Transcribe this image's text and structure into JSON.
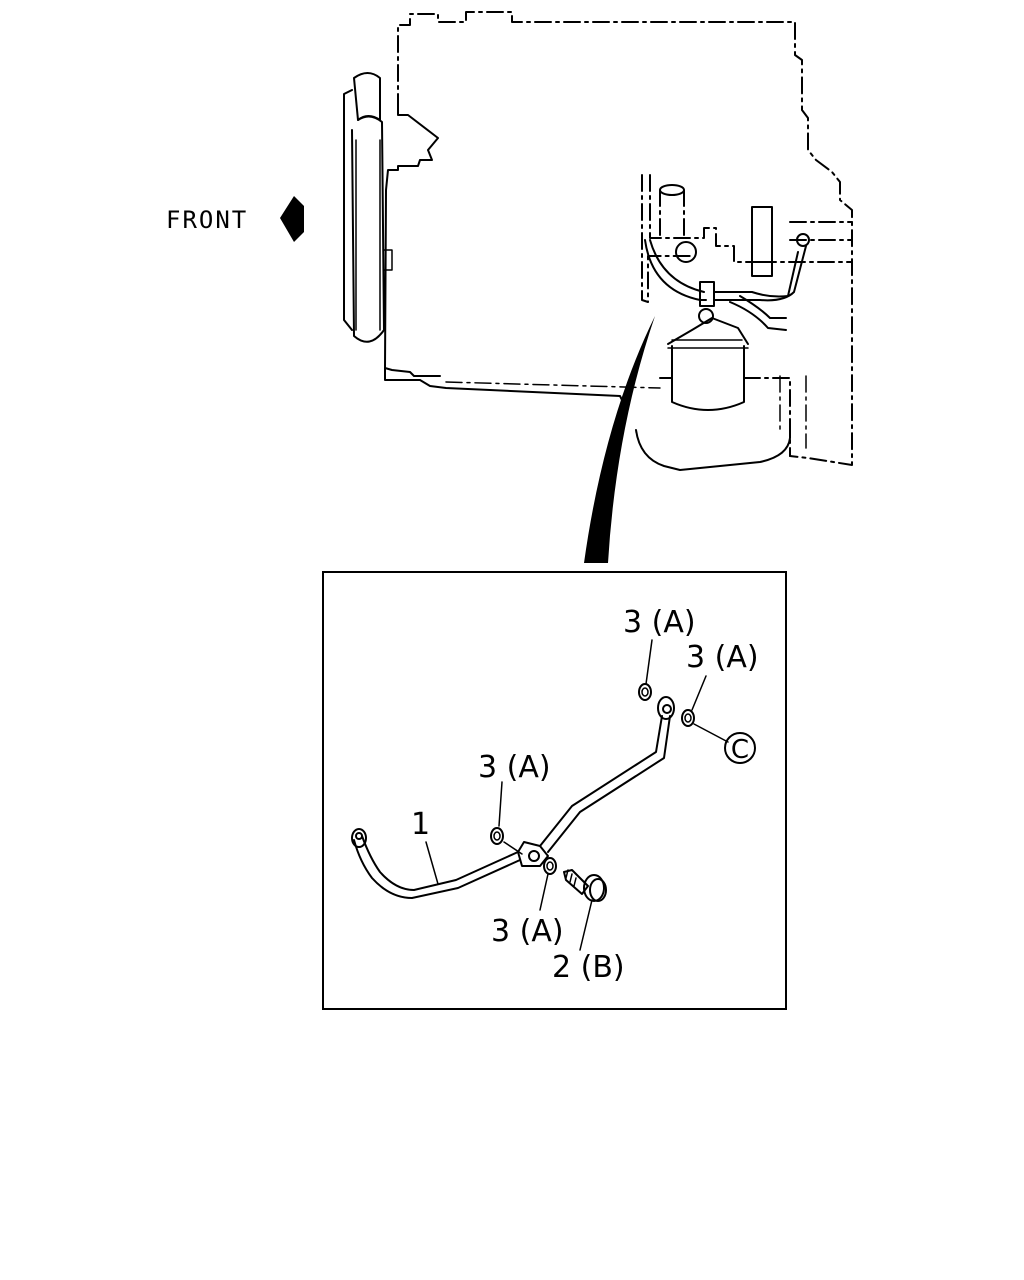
{
  "engine_view": {
    "direction_label": "FRONT",
    "icons": [
      "front-arrow-icon"
    ]
  },
  "detail_view": {
    "callouts": [
      {
        "id": "pipe",
        "text": "1"
      },
      {
        "id": "washer-top",
        "text": "3 (A)"
      },
      {
        "id": "washer-top-right",
        "text": "3 (A)"
      },
      {
        "id": "washer-middle",
        "text": "3 (A)"
      },
      {
        "id": "washer-bottom",
        "text": "3 (A)"
      },
      {
        "id": "bolt",
        "text": "2 (B)"
      }
    ],
    "connection_marker": "C"
  }
}
